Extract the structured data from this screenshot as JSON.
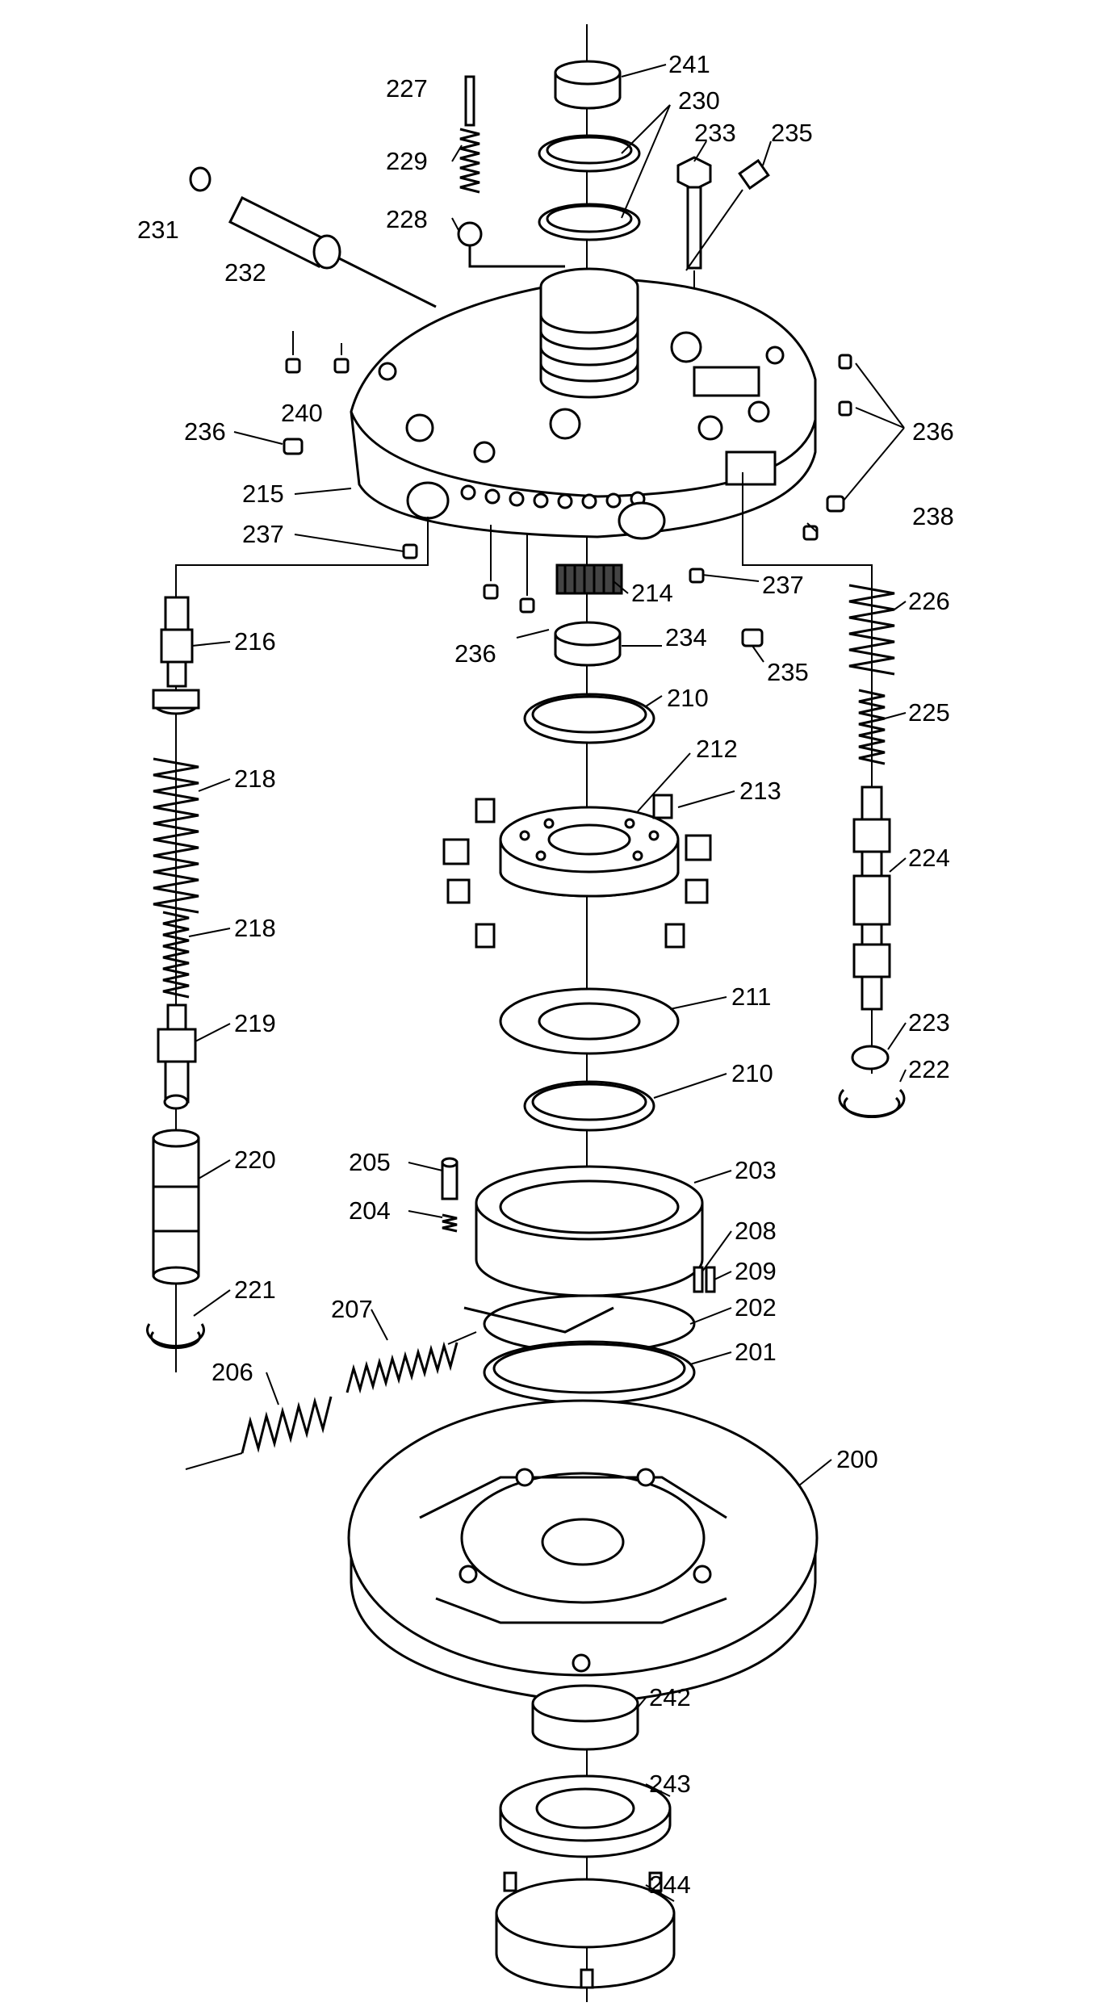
{
  "labels": {
    "l200": "200",
    "l201": "201",
    "l202": "202",
    "l203": "203",
    "l204": "204",
    "l205": "205",
    "l206": "206",
    "l207": "207",
    "l208": "208",
    "l209": "209",
    "l210a": "210",
    "l210b": "210",
    "l211": "211",
    "l212": "212",
    "l213": "213",
    "l214": "214",
    "l215": "215",
    "l216": "216",
    "l218a": "218",
    "l218b": "218",
    "l219": "219",
    "l220": "220",
    "l221": "221",
    "l222": "222",
    "l223": "223",
    "l224": "224",
    "l225": "225",
    "l226": "226",
    "l227": "227",
    "l228": "228",
    "l229": "229",
    "l230": "230",
    "l231": "231",
    "l232": "232",
    "l233": "233",
    "l234": "234",
    "l235a": "235",
    "l235b": "235",
    "l236a": "236",
    "l236b": "236",
    "l236c": "236",
    "l237a": "237",
    "l237b": "237",
    "l238": "238",
    "l240": "240",
    "l241": "241",
    "l242": "242",
    "l243": "243",
    "l244": "244"
  }
}
